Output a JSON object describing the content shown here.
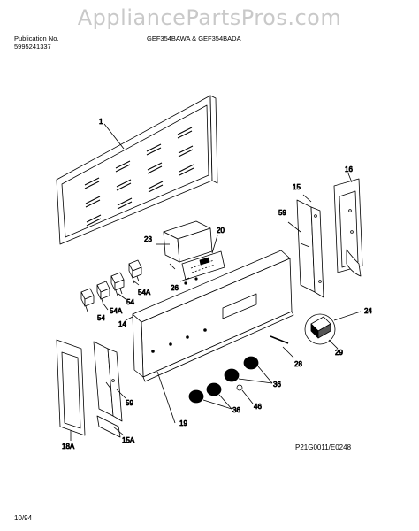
{
  "watermark": "AppliancePartsPros.com",
  "header": {
    "publication_label": "Publication No.",
    "publication_number": "5995241337",
    "model": "GEF354BAWA & GEF354BADA"
  },
  "diagram_code": "P21G0011/E0248",
  "date": "10/94",
  "callouts": {
    "c1": "1",
    "c15": "15",
    "c16": "16",
    "c59a": "59",
    "c23": "23",
    "c20": "20",
    "c26": "26",
    "c54a_top": "54A",
    "c54_top": "54",
    "c54a_mid": "54A",
    "c54_low": "54",
    "c14": "14",
    "c24": "24",
    "c29": "29",
    "c28": "28",
    "c36a": "36",
    "c36b": "36",
    "c46": "46",
    "c59b": "59",
    "c19": "19",
    "c18a": "18A",
    "c15a": "15A"
  }
}
